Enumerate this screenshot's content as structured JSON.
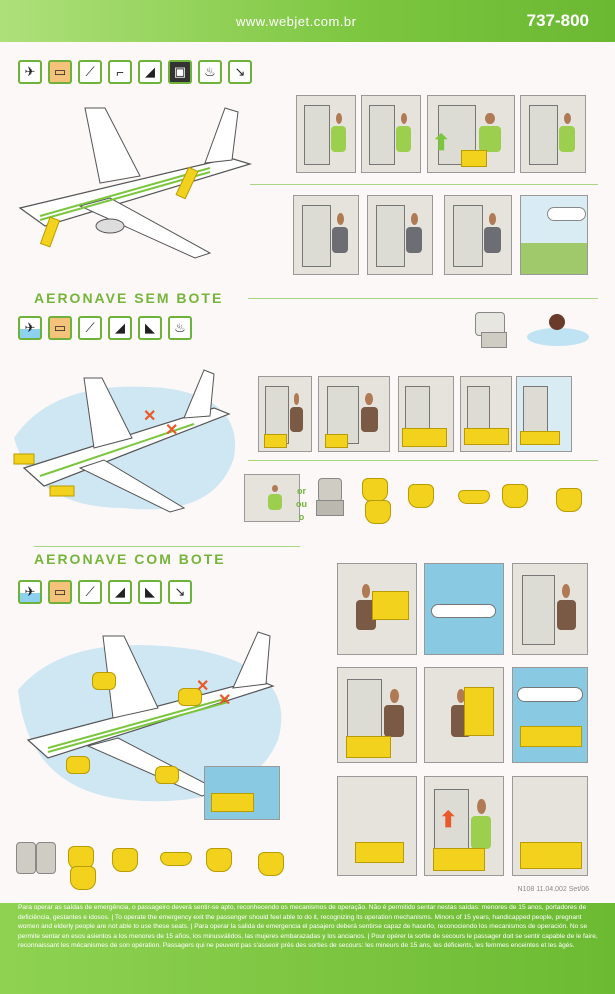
{
  "header": {
    "url": "www.webjet.com.br",
    "model": "737-800"
  },
  "section_land": {
    "icons": [
      "airplane-landing-icon",
      "seat-belt-icon",
      "brace-position-icon",
      "stow-tray-icon",
      "remove-heels-icon",
      "leave-baggage-icon",
      "fire-icon",
      "slide-jump-icon"
    ]
  },
  "section_no_raft": {
    "title": "AERONAVE SEM BOTE",
    "icons": [
      "airplane-water-icon",
      "seat-belt-icon",
      "brace-position-icon",
      "remove-heels-icon",
      "leave-shoes-icon",
      "fire-icon"
    ],
    "or_label": "or\nou\no"
  },
  "section_raft": {
    "title": "AERONAVE COM BOTE",
    "icons": [
      "airplane-water-icon",
      "seat-belt-icon",
      "brace-position-icon",
      "remove-heels-icon",
      "leave-shoes-icon",
      "slide-jump-icon"
    ]
  },
  "footer": {
    "ref": "N108 11.04.002  Set/06",
    "warning": "Para operar as saídas de emergência, o passageiro deverá sentir-se apto, reconhecendo os mecanismos de operação. Não é permitido sentar nestas saídas: menores de 15 anos, portadores de deficiência, gestantes e idosos. | To operate the emergency exit the passenger should feel able to do it, recognizing its operation mechanisms. Minors of 15 years, handicapped people, pregnant women and elderly people are not able to use these seats. | Para operar la salida de emergencia el pasajero deberá sentirse capaz de hacerlo, reconociendo los mecanismos de operación. No se permite sentar en esos asientos a los menores de 15 años, los minusválidos, las mujeres embarazadas y los ancianos. | Pour opérer la sortie de secours le passager doit se sentir capable de le faire, reconnaissant les mécanismes de son opération. Passagers qui ne peuvent pas s'asseoir près des sorties de secours: les mineurs de 15 ans, les déficients, les femmes enceintes et les âgés."
  },
  "colors": {
    "brand_green": "#7cc63f",
    "slide_yellow": "#f2d21c",
    "warning_red": "#e85a2a",
    "water_blue": "#8ac9e2"
  }
}
